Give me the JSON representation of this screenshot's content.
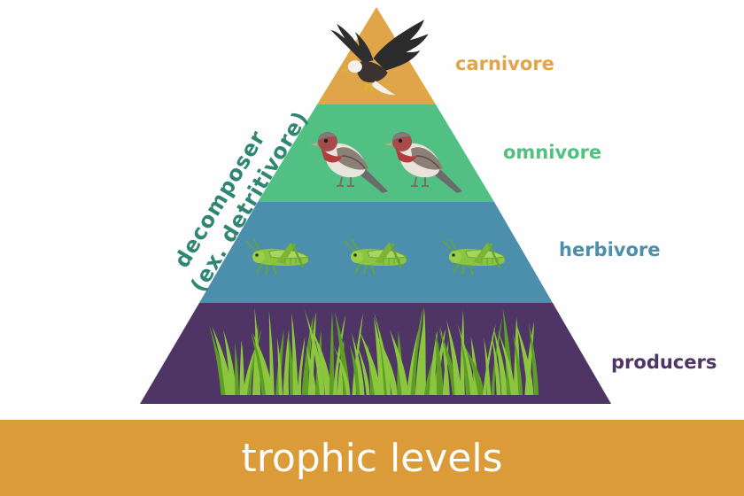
{
  "colors": {
    "carnivore": "#DFA548",
    "omnivore": "#52C083",
    "herbivore": "#4B8FAC",
    "producers": "#4F3566",
    "banner": "#DB9B39",
    "banner_text": "#FFFFFF",
    "side_text": "#2E8673",
    "grass": "#8CC63F",
    "grass_dark": "#5E9E24",
    "grasshopper": "#8BC53F"
  },
  "levels": {
    "carnivore": {
      "label": "carnivore",
      "organism": "eagle-icon"
    },
    "omnivore": {
      "label": "omnivore",
      "organism": "sparrow-icon"
    },
    "herbivore": {
      "label": "herbivore",
      "organism": "grasshopper-icon"
    },
    "producers": {
      "label": "producers",
      "organism": "grass-icon"
    }
  },
  "side": {
    "line1": "decomposer",
    "line2": "(ex. detritivore)"
  },
  "banner": {
    "title": "trophic levels"
  }
}
